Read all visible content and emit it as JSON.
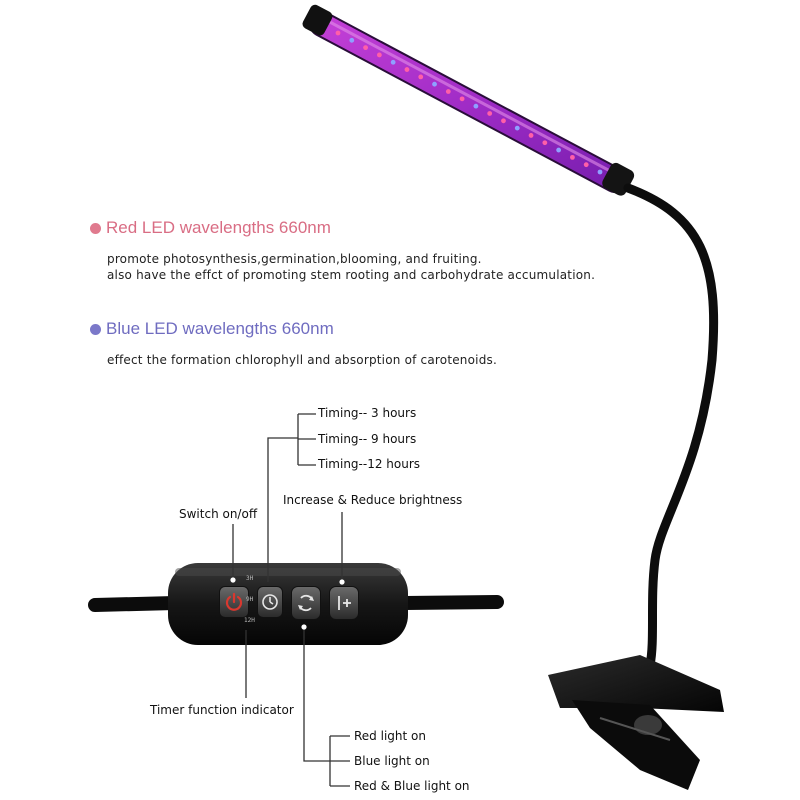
{
  "red_section": {
    "heading": "Red LED wavelengths 660nm",
    "line1": "promote photosynthesis,germination,blooming, and fruiting.",
    "line2": "also have the effct of promoting stem rooting and carbohydrate accumulation.",
    "color": "#e07a8e"
  },
  "blue_section": {
    "heading": "Blue LED wavelengths 660nm",
    "line1": "effect the formation chlorophyll and absorption of carotenoids.",
    "color": "#7b78c9"
  },
  "controller": {
    "timing_options": [
      "Timing-- 3 hours",
      "Timing-- 9 hours",
      "Timing--12 hours"
    ],
    "switch_label": "Switch on/off",
    "brightness_label": "Increase & Reduce brightness",
    "timer_indicator_label": "Timer function indicator",
    "light_modes": [
      "Red light on",
      "Blue light on",
      "Red & Blue light on"
    ],
    "indicator_marks": [
      "3H",
      "9H",
      "12H"
    ],
    "accent_red": "#d9382f"
  },
  "icons": {
    "power": "power-icon",
    "timer": "timer-icon",
    "mode": "mode-cycle-icon",
    "brightness": "brightness-plus-minus-icon"
  }
}
